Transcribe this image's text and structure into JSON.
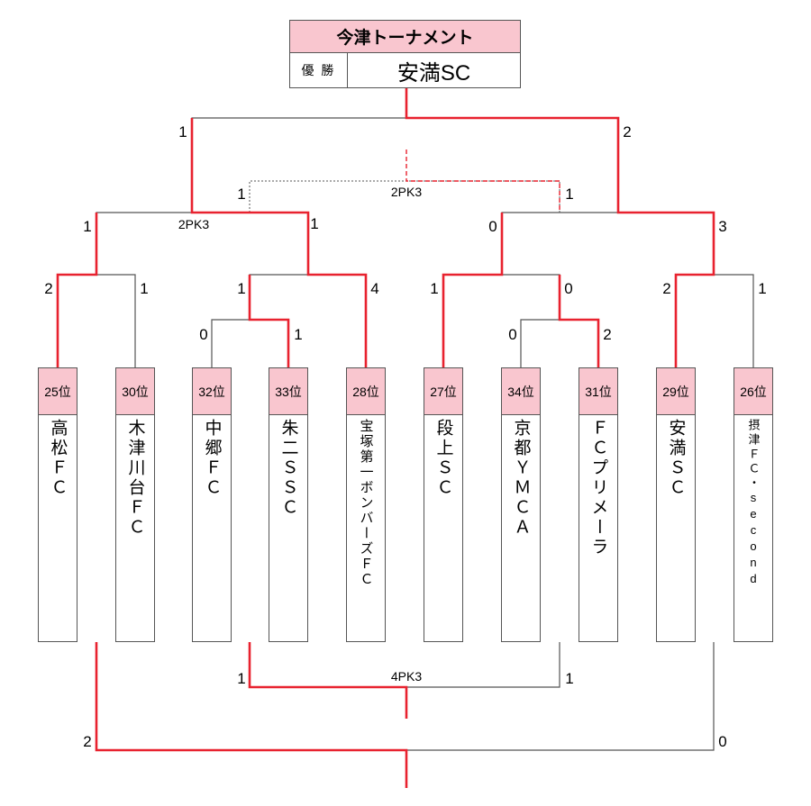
{
  "header": {
    "title": "今津トーナメント",
    "winner_label": "優 勝",
    "winner": "安満SC"
  },
  "teams": [
    {
      "rank": "25位",
      "name": "高松ＦＣ"
    },
    {
      "rank": "30位",
      "name": "木津川台ＦＣ"
    },
    {
      "rank": "32位",
      "name": "中郷ＦＣ"
    },
    {
      "rank": "33位",
      "name": "朱二ＳＳＣ"
    },
    {
      "rank": "28位",
      "name": "宝塚第一ボンバーズＦＣ"
    },
    {
      "rank": "27位",
      "name": "段上ＳＣ"
    },
    {
      "rank": "34位",
      "name": "京都ＹＭＣＡ"
    },
    {
      "rank": "31位",
      "name": "ＦＣプリメーラ"
    },
    {
      "rank": "29位",
      "name": "安満ＳＣ"
    },
    {
      "rank": "26位",
      "name": "摂津ＦＣ・second"
    }
  ],
  "scores": {
    "final_left": "1",
    "final_right": "2",
    "semi_left_outer": "1",
    "semi_left_inner": "1",
    "semi_left_pk": "2PK3",
    "semi_right_outer": "3",
    "semi_right_inner": "0",
    "third_place_left": "1",
    "third_place_right": "1",
    "third_place_pk": "2PK3",
    "qf1_left": "2",
    "qf1_right": "1",
    "qf2_left": "1",
    "qf2_right": "4",
    "r1a_left": "0",
    "r1a_right": "1",
    "qf3_left": "1",
    "qf3_right": "0",
    "r1b_left": "0",
    "r1b_right": "2",
    "qf4_left": "2",
    "qf4_right": "1",
    "bottom_mid_left": "1",
    "bottom_mid_right": "1",
    "bottom_mid_pk": "4PK3",
    "bottom_outer_left": "2",
    "bottom_outer_right": "0"
  },
  "colors": {
    "win_line": "#e8222f",
    "line": "#555555",
    "header_fill": "#f9c6cf"
  }
}
